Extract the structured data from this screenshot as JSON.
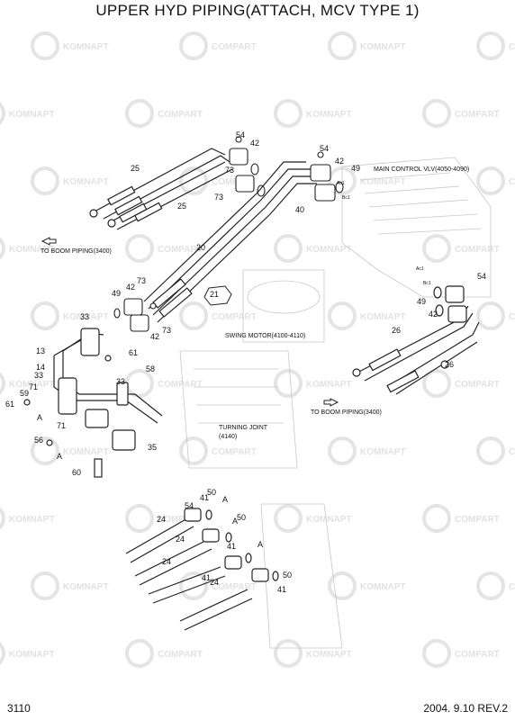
{
  "title": "UPPER HYD PIPING(ATTACH, MCV TYPE 1)",
  "page_code": "3110",
  "date_rev": "2004. 9.10  REV.2",
  "watermark": {
    "a": "KOMNAPT",
    "b": "COMPART"
  },
  "labels": {
    "main_control": "MAIN CONTROL VLV(4050-4090)",
    "to_boom_left": "TO BOOM PIPING(3400)",
    "to_boom_right": "TO BOOM PIPING(3400)",
    "swing_motor": "SWING MOTOR(4100-4110)",
    "turning_joint_1": "TURNING JOINT",
    "turning_joint_2": "(4140)"
  },
  "callouts": [
    "54",
    "42",
    "25",
    "73",
    "25",
    "54",
    "42",
    "49",
    "73",
    "40",
    "20",
    "73",
    "42",
    "49",
    "21",
    "42",
    "73",
    "54",
    "49",
    "42",
    "33",
    "13",
    "61",
    "14",
    "33",
    "59",
    "71",
    "58",
    "33",
    "61",
    "A",
    "71",
    "56",
    "A",
    "35",
    "60",
    "26",
    "26",
    "54",
    "41",
    "50",
    "24",
    "A",
    "24",
    "50",
    "41",
    "A",
    "24",
    "A",
    "41",
    "50",
    "24",
    "41"
  ],
  "port_labels": [
    "Ac1",
    "Bc1",
    "Ac1",
    "Bc1"
  ],
  "colors": {
    "line": "#333333",
    "watermark": "#e2e2e2",
    "highlight": "#ffffff"
  }
}
